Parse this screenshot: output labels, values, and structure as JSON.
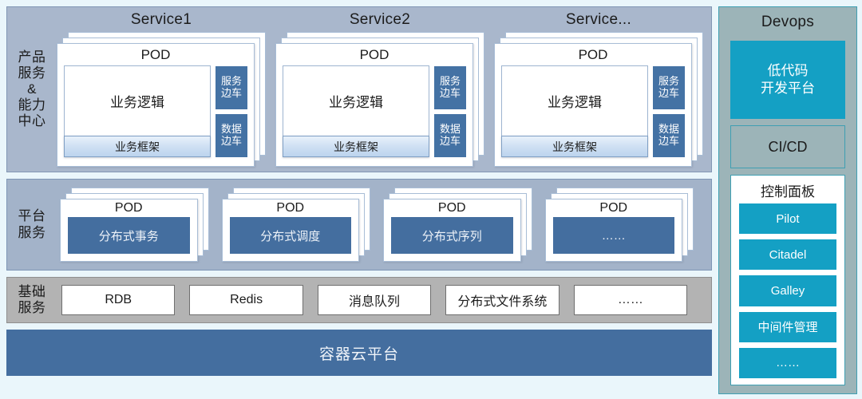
{
  "tiers": [
    {
      "label": "产品\n服务\n&\n能力\n中心",
      "services": [
        {
          "title": "Service1",
          "pod_title": "POD",
          "logic_label": "业务逻辑",
          "framework_label": "业务框架",
          "sidecars": [
            "服务\n边车",
            "数据\n边车"
          ]
        },
        {
          "title": "Service2",
          "pod_title": "POD",
          "logic_label": "业务逻辑",
          "framework_label": "业务框架",
          "sidecars": [
            "服务\n边车",
            "数据\n边车"
          ]
        },
        {
          "title": "Service...",
          "pod_title": "POD",
          "logic_label": "业务逻辑",
          "framework_label": "业务框架",
          "sidecars": [
            "服务\n边车",
            "数据\n边车"
          ]
        }
      ]
    },
    {
      "label": "平台\n服务",
      "pods": [
        {
          "title": "POD",
          "fill_label": "分布式事务"
        },
        {
          "title": "POD",
          "fill_label": "分布式调度"
        },
        {
          "title": "POD",
          "fill_label": "分布式序列"
        },
        {
          "title": "POD",
          "fill_label": "……"
        }
      ]
    },
    {
      "label": "基础\n服务",
      "items": [
        "RDB",
        "Redis",
        "消息队列",
        "分布式文件系统",
        "……"
      ]
    }
  ],
  "cloud_bar": {
    "label": "容器云平台"
  },
  "devops": {
    "title": "Devops",
    "lowcode_label": "低代码\n开发平台",
    "cicd_label": "CI/CD",
    "control_panel": {
      "title": "控制面板",
      "items": [
        "Pilot",
        "Citadel",
        "Galley",
        "中间件管理",
        "……"
      ]
    }
  },
  "colors": {
    "page_background": "#eaf6fb",
    "tier1_background": "#a9b7cc",
    "tier2_background": "#a3b3c9",
    "tier3_background": "#b3b3b3",
    "pod_card": "#ffffff",
    "sidecar_blue": "#4472a4",
    "fill_blue": "#446e9f",
    "cloud_bar_blue": "#446e9f",
    "devops_background": "#9cb4b8",
    "devops_border_teal": "#3f9fb2",
    "accent_cyan": "#14a0c4"
  }
}
